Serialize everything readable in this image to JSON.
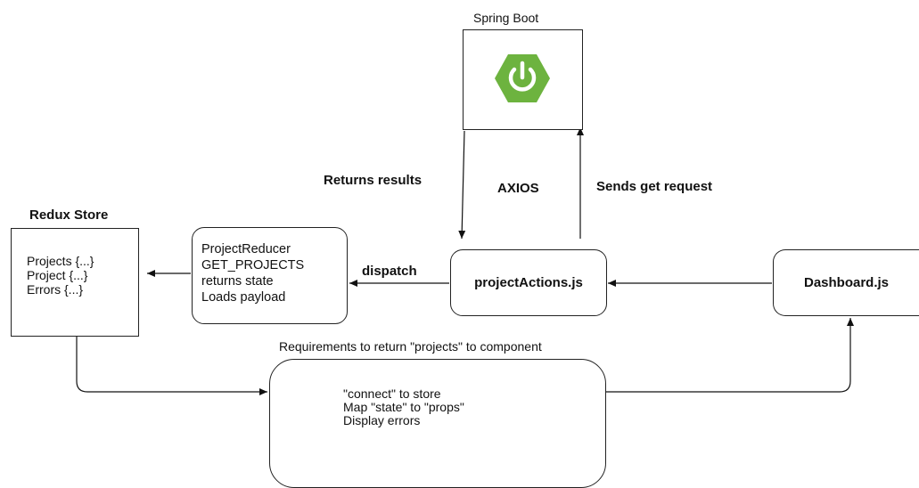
{
  "spring_boot": {
    "title": "Spring Boot",
    "logo_color": "#6db33f",
    "logo_icon": "power-icon"
  },
  "arrows": {
    "returns_results": "Returns results",
    "axios": "AXIOS",
    "sends_get_request": "Sends get request",
    "dispatch": "dispatch"
  },
  "redux_store": {
    "title": "Redux Store",
    "lines": [
      "Projects {...}",
      "Project {...}",
      "Errors {...}"
    ]
  },
  "project_reducer": {
    "lines": [
      "ProjectReducer",
      "GET_PROJECTS",
      "returns state",
      "Loads payload"
    ]
  },
  "project_actions": {
    "label": "projectActions.js"
  },
  "dashboard": {
    "label": "Dashboard.js"
  },
  "requirements": {
    "title": "Requirements to return \"projects\" to component",
    "lines": [
      "\"connect\" to store",
      "Map \"state\" to \"props\"",
      "Display errors"
    ]
  }
}
